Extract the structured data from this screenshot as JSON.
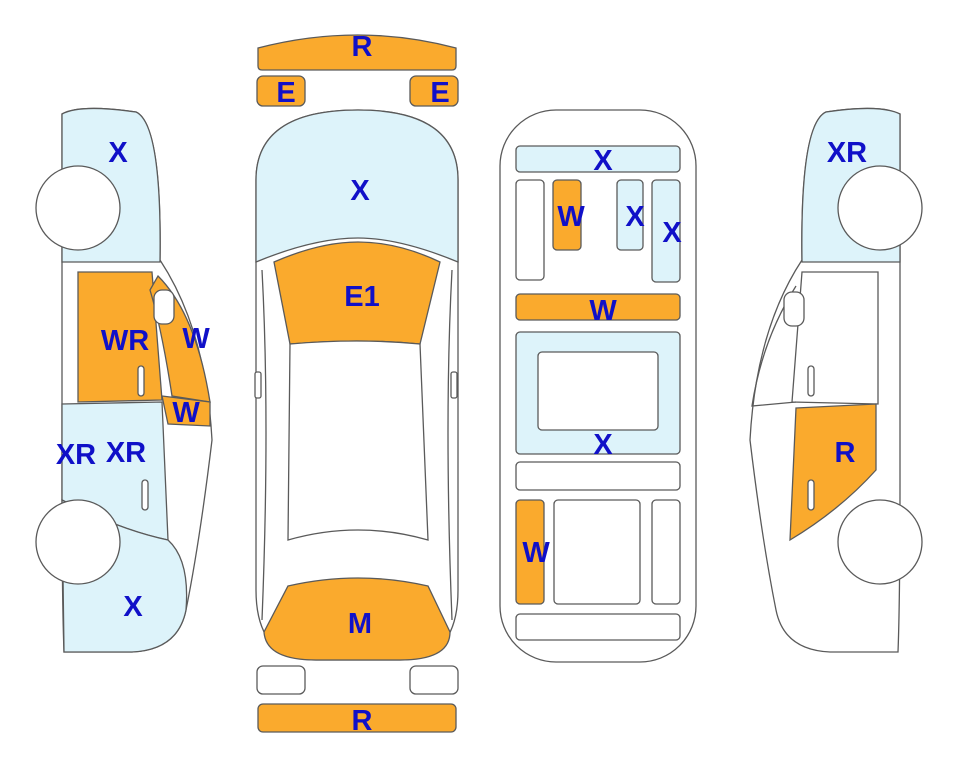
{
  "colors": {
    "damaged": "#FAAA2D",
    "inspected": "#DDF3FA",
    "plain": "#FFFFFF",
    "outline": "#5A5A5A",
    "label": "#1010C8"
  },
  "legend_meaning": {},
  "panels": {
    "front_bumper": "R",
    "headlight_left": "E",
    "headlight_right": "E",
    "hood": "X",
    "windshield": "E1",
    "rear_window": "M",
    "rear_bumper": "R",
    "left_front_fender": "X",
    "left_front_door": "WR",
    "left_front_window": "W",
    "left_rear_window": "W",
    "left_rear_door_a": "XR",
    "left_rear_door_b": "XR",
    "left_rear_quarter": "X",
    "floor_front_crossmember": "X",
    "floor_left_rail": "W",
    "floor_center_x": "X",
    "floor_right_rail": "X",
    "floor_crossmember_2": "W",
    "floor_center_pan": "X",
    "floor_rear_left": "W",
    "right_front_fender": "XR",
    "right_rear_door": "R"
  }
}
